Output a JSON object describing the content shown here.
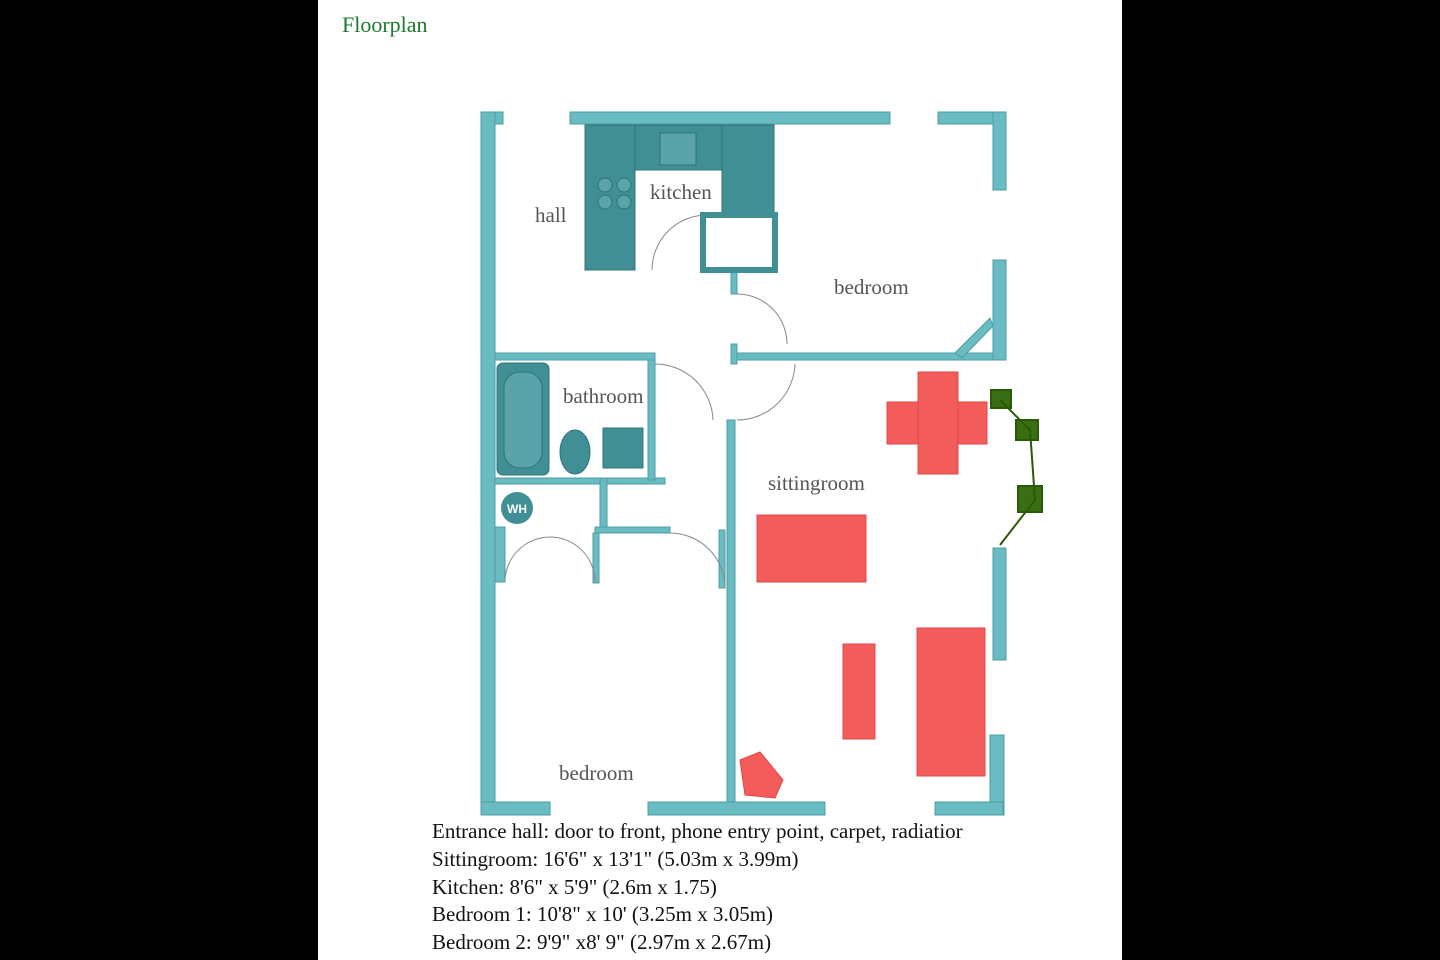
{
  "title": "Floorplan",
  "rooms": {
    "hall": "hall",
    "kitchen": "kitchen",
    "bedroom_top": "bedroom",
    "bathroom": "bathroom",
    "sittingroom": "sittingroom",
    "bedroom_bottom": "bedroom",
    "water_heater": "WH"
  },
  "notes": [
    "Entrance hall: door to front, phone entry point, carpet, radiatior",
    "Sittingroom: 16'6\" x 13'1\" (5.03m x 3.99m)",
    "Kitchen: 8'6\" x 5'9\" (2.6m x 1.75)",
    "Bedroom 1: 10'8\" x 10' (3.25m x 3.05m)",
    "Bedroom 2: 9'9\" x8' 9\" (2.97m x 2.67m)"
  ],
  "colors": {
    "wall": "#68bcc2",
    "fixture": "#3f8f94",
    "furniture": "#f45b5b",
    "plant": "#3a6e12",
    "title": "#1a7a2e"
  }
}
